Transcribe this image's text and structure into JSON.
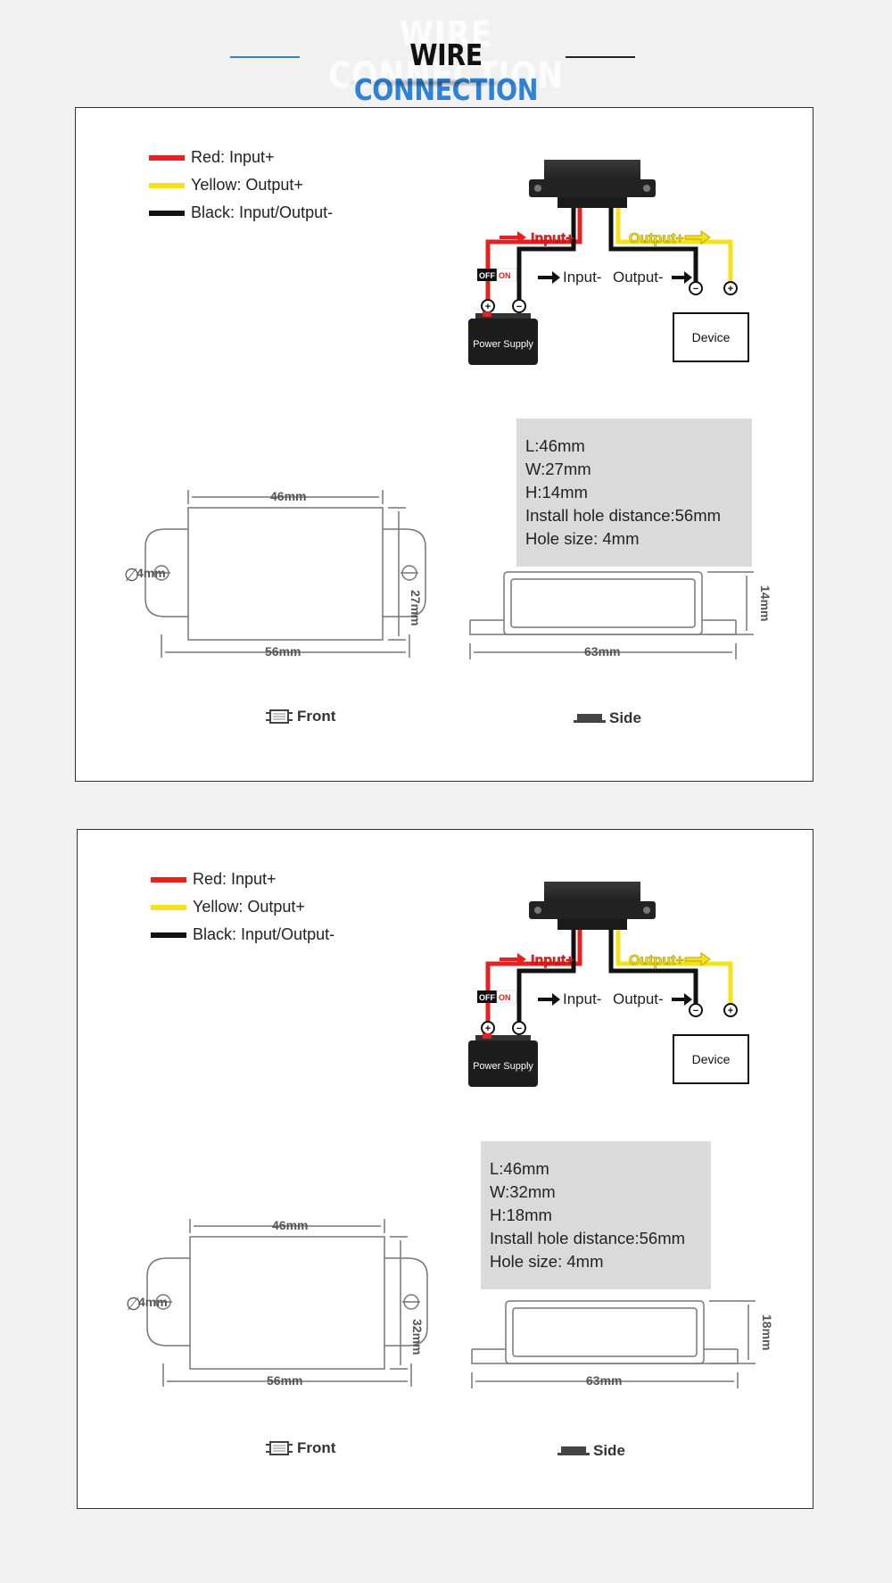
{
  "header": {
    "title_part1": "WIRE",
    "title_part2": "CONNECTION",
    "ghost_text": "WIRE CONNECTION"
  },
  "colors": {
    "red": "#e52121",
    "yellow": "#f3e21c",
    "black": "#111111",
    "accent_blue": "#2f83d6",
    "spec_box": "#dadada"
  },
  "panels": [
    {
      "legend": [
        {
          "label": "Red: Input+",
          "color": "#e52121"
        },
        {
          "label": "Yellow: Output+",
          "color": "#f3e21c"
        },
        {
          "label": "Black: Input/Output-",
          "color": "#111111"
        }
      ],
      "wiring": {
        "input_plus": "Input+",
        "output_plus": "Output+",
        "input_minus": "Input-",
        "output_minus": "Output-",
        "switch_off": "OFF",
        "switch_on": "ON",
        "power_supply": "Power Supply",
        "device": "Device"
      },
      "specs": [
        "L:46mm",
        "W:27mm",
        "H:14mm",
        "Install hole distance:56mm",
        "Hole size: 4mm"
      ],
      "dims": {
        "top": "46mm",
        "height": "27mm",
        "hole": "4mm",
        "bottom": "56mm",
        "side_height": "14mm",
        "side_width": "63mm"
      },
      "views": {
        "front": "Front",
        "side": "Side"
      }
    },
    {
      "legend": [
        {
          "label": "Red: Input+",
          "color": "#e52121"
        },
        {
          "label": "Yellow: Output+",
          "color": "#f3e21c"
        },
        {
          "label": "Black: Input/Output-",
          "color": "#111111"
        }
      ],
      "wiring": {
        "input_plus": "Input+",
        "output_plus": "Output+",
        "input_minus": "Input-",
        "output_minus": "Output-",
        "switch_off": "OFF",
        "switch_on": "ON",
        "power_supply": "Power Supply",
        "device": "Device"
      },
      "specs": [
        "L:46mm",
        "W:32mm",
        "H:18mm",
        "Install hole distance:56mm",
        "Hole size: 4mm"
      ],
      "dims": {
        "top": "46mm",
        "height": "32mm",
        "hole": "4mm",
        "bottom": "56mm",
        "side_height": "18mm",
        "side_width": "63mm"
      },
      "views": {
        "front": "Front",
        "side": "Side"
      }
    }
  ]
}
